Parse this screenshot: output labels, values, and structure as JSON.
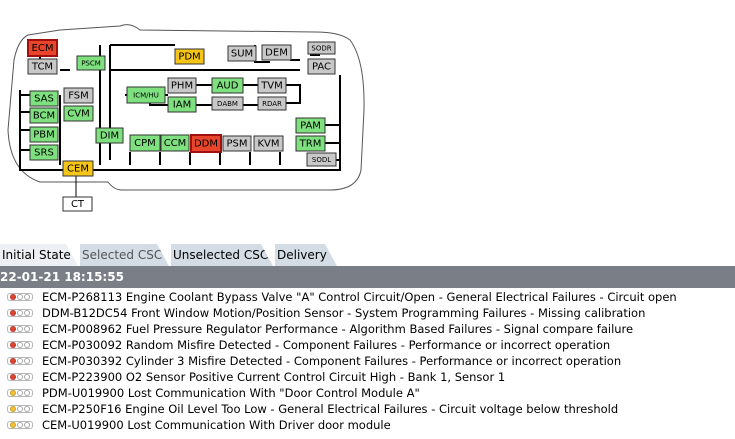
{
  "modules": [
    {
      "id": "ECM",
      "label": "ECM",
      "state": "fault"
    },
    {
      "id": "TCM",
      "label": "TCM",
      "state": "unknown"
    },
    {
      "id": "PSCM",
      "label": "PSCM",
      "state": "ok"
    },
    {
      "id": "PDM",
      "label": "PDM",
      "state": "warn"
    },
    {
      "id": "SUM",
      "label": "SUM",
      "state": "unknown"
    },
    {
      "id": "DEM",
      "label": "DEM",
      "state": "unknown"
    },
    {
      "id": "SODR",
      "label": "SODR",
      "state": "unknown"
    },
    {
      "id": "PAC",
      "label": "PAC",
      "state": "unknown"
    },
    {
      "id": "SAS",
      "label": "SAS",
      "state": "ok"
    },
    {
      "id": "FSM",
      "label": "FSM",
      "state": "unknown"
    },
    {
      "id": "ICM",
      "label": "ICM/HU",
      "state": "ok"
    },
    {
      "id": "PHM",
      "label": "PHM",
      "state": "unknown"
    },
    {
      "id": "AUD",
      "label": "AUD",
      "state": "ok"
    },
    {
      "id": "TVM",
      "label": "TVM",
      "state": "unknown"
    },
    {
      "id": "BCM",
      "label": "BCM",
      "state": "ok"
    },
    {
      "id": "CVM",
      "label": "CVM",
      "state": "ok"
    },
    {
      "id": "IAM",
      "label": "IAM",
      "state": "ok"
    },
    {
      "id": "DABM",
      "label": "DABM",
      "state": "unknown"
    },
    {
      "id": "RDAR",
      "label": "RDAR",
      "state": "unknown"
    },
    {
      "id": "PBM",
      "label": "PBM",
      "state": "ok"
    },
    {
      "id": "DIM",
      "label": "DIM",
      "state": "ok"
    },
    {
      "id": "PAM",
      "label": "PAM",
      "state": "ok"
    },
    {
      "id": "SRS",
      "label": "SRS",
      "state": "ok"
    },
    {
      "id": "CPM",
      "label": "CPM",
      "state": "ok"
    },
    {
      "id": "CCM",
      "label": "CCM",
      "state": "ok"
    },
    {
      "id": "DDM",
      "label": "DDM",
      "state": "fault"
    },
    {
      "id": "PSM",
      "label": "PSM",
      "state": "unknown"
    },
    {
      "id": "KVM",
      "label": "KVM",
      "state": "unknown"
    },
    {
      "id": "TRM",
      "label": "TRM",
      "state": "ok"
    },
    {
      "id": "SODL",
      "label": "SODL",
      "state": "unknown"
    },
    {
      "id": "CEM",
      "label": "CEM",
      "state": "warn"
    },
    {
      "id": "CT",
      "label": "CT",
      "state": "plain"
    }
  ],
  "colors": {
    "ok": "#7ee07e",
    "fault": "#e8452a",
    "warn": "#f5c518",
    "unknown": "#c8c8c8",
    "plain": "#ffffff",
    "light_red": "#e0452b",
    "light_yellow": "#f1c232"
  },
  "tabs": [
    {
      "label": "Initial State",
      "active": true
    },
    {
      "label": "Selected CSC",
      "active": false
    },
    {
      "label": "Unselected CSC",
      "active": false
    },
    {
      "label": "Delivery",
      "active": false
    }
  ],
  "session_timestamp": "22-01-21 18:15:55",
  "dtcs": [
    {
      "text": "ECM-P268113 Engine Coolant Bypass Valve \"A\" Control Circuit/Open - General Electrical Failures - Circuit open",
      "severity": "red"
    },
    {
      "text": "DDM-B12DC54 Front Window Motion/Position Sensor - System Programming Failures - Missing calibration",
      "severity": "red"
    },
    {
      "text": "ECM-P008962 Fuel Pressure Regulator Performance - Algorithm Based Failures - Signal compare failure",
      "severity": "red"
    },
    {
      "text": "ECM-P030092 Random Misfire Detected - Component Failures - Performance or incorrect operation",
      "severity": "red"
    },
    {
      "text": "ECM-P030392 Cylinder 3 Misfire Detected - Component Failures - Performance or incorrect operation",
      "severity": "red"
    },
    {
      "text": "ECM-P223900 O2 Sensor Positive Current Control Circuit High - Bank 1, Sensor 1",
      "severity": "red"
    },
    {
      "text": "PDM-U019900 Lost Communication With \"Door Control Module A\"",
      "severity": "yellow"
    },
    {
      "text": "ECM-P250F16 Engine Oil Level Too Low - General Electrical Failures - Circuit voltage below threshold",
      "severity": "yellow"
    },
    {
      "text": "CEM-U019900 Lost Communication With Driver door module",
      "severity": "yellow"
    }
  ]
}
